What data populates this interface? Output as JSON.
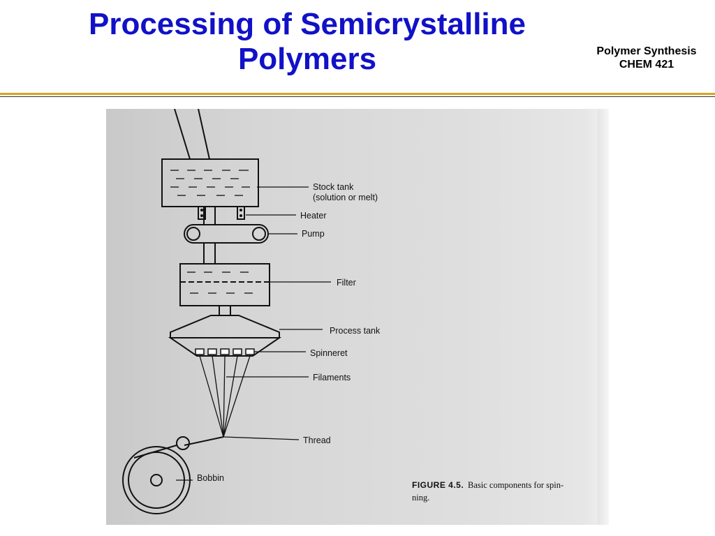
{
  "header": {
    "title_line1": "Processing of Semicrystalline",
    "title_line2": "Polymers",
    "course_line1": "Polymer Synthesis",
    "course_line2": "CHEM 421"
  },
  "figure": {
    "labels": {
      "stock_tank": "Stock tank",
      "stock_tank_note": "(solution or melt)",
      "heater": "Heater",
      "pump": "Pump",
      "filter": "Filter",
      "process_tank": "Process tank",
      "spinneret": "Spinneret",
      "filaments": "Filaments",
      "thread": "Thread",
      "bobbin": "Bobbin"
    },
    "caption": {
      "figure_number": "FIGURE 4.5.",
      "text_line1": "Basic components for spin-",
      "text_line2": "ning."
    }
  },
  "colors": {
    "title": "#1111c8",
    "rule_gold": "#d9a51f",
    "scan_background": "#d6d6d6"
  }
}
